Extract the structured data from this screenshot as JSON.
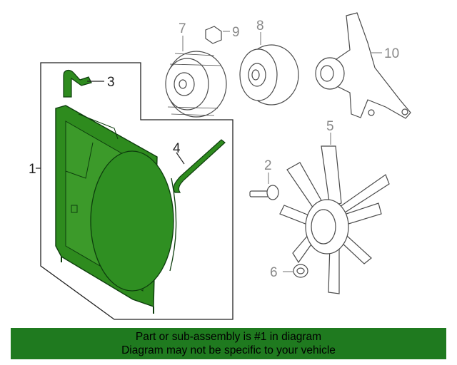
{
  "callouts": {
    "c1": "1",
    "c2": "2",
    "c3": "3",
    "c4": "4",
    "c5": "5",
    "c6": "6",
    "c7": "7",
    "c8": "8",
    "c9": "9",
    "c10": "10"
  },
  "banner": {
    "line1": "Part or sub-assembly is #1 in diagram",
    "line2": "Diagram may not be specific to your vehicle"
  },
  "colors": {
    "highlight": "#2e8b1e",
    "banner": "#1f7a1f",
    "line_art": "#4a4a4a"
  }
}
